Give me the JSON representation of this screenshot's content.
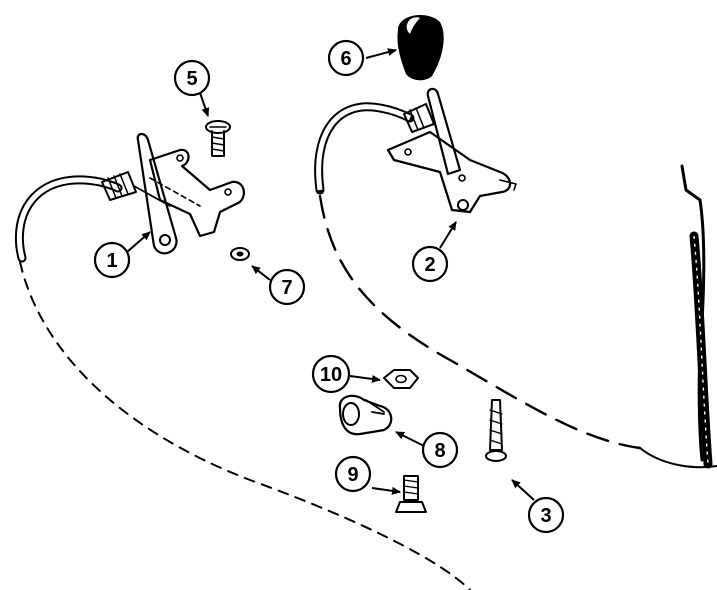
{
  "callouts": {
    "c1": "1",
    "c2": "2",
    "c3": "3",
    "c5": "5",
    "c6": "6",
    "c7": "7",
    "c8": "8",
    "c9": "9",
    "c10": "10"
  },
  "ink_color": "#000000",
  "background_color": "#ffffff"
}
